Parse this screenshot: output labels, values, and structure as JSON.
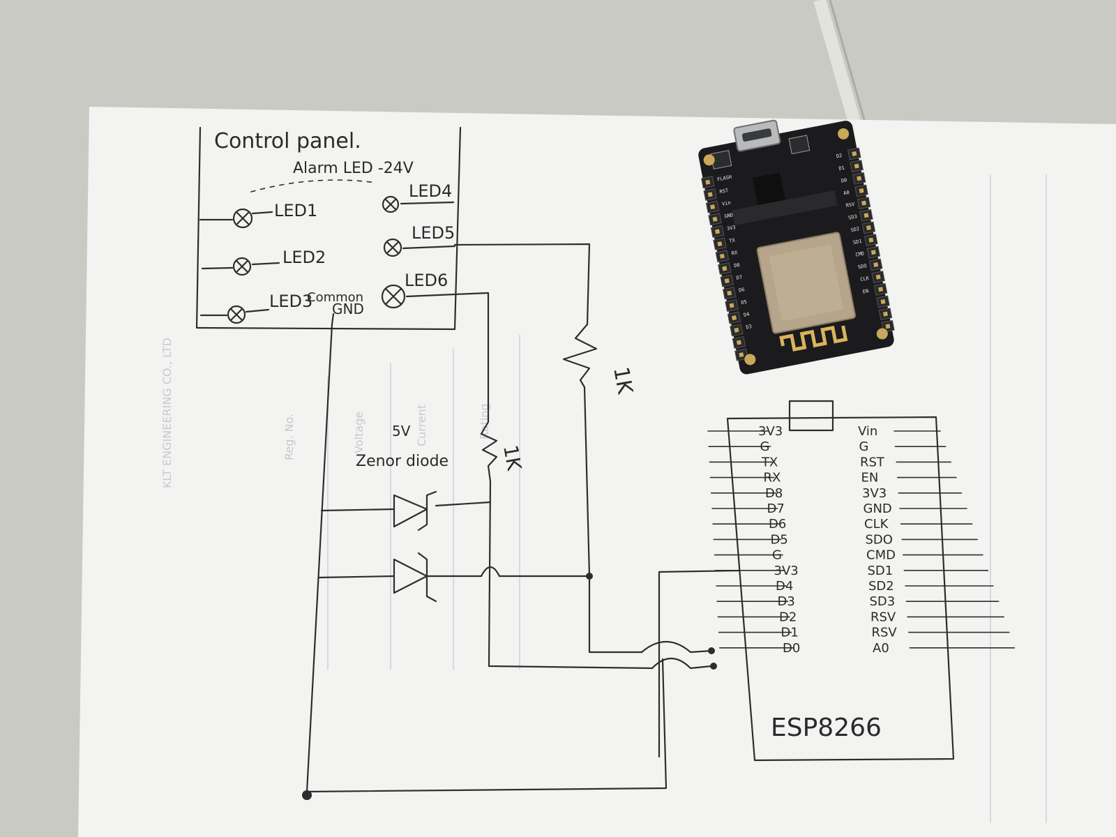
{
  "control_panel": {
    "title": "Control panel.",
    "alarm_label": "Alarm LED -24V",
    "leds": [
      "LED1",
      "LED2",
      "LED3",
      "LED4",
      "LED5",
      "LED6"
    ],
    "common_gnd": [
      "Common",
      "GND"
    ]
  },
  "components": {
    "resistor_1k": "1K",
    "resistor_2": "1K",
    "zener_value": "5V",
    "zener_name": "Zenor diode"
  },
  "esp8266": {
    "label": "ESP8266",
    "left_pins": [
      "3V3",
      "G",
      "TX",
      "RX",
      "D8",
      "D7",
      "D6",
      "D5",
      "G",
      "3V3",
      "D4",
      "D3",
      "D2",
      "D1",
      "D0"
    ],
    "right_pins": [
      "Vin",
      "G",
      "RST",
      "EN",
      "3V3",
      "GND",
      "CLK",
      "SDO",
      "CMD",
      "SD1",
      "SD2",
      "SD3",
      "RSV",
      "RSV",
      "A0"
    ]
  },
  "board_photo": {
    "silkscreen": [
      "FLASH",
      "RST",
      "Vin",
      "GND",
      "3V3",
      "TX",
      "RX",
      "D8",
      "D7",
      "D6",
      "D5",
      "D4",
      "D3",
      "D2",
      "D1",
      "D0",
      "A0",
      "RSV",
      "SD3",
      "SD2",
      "SD1",
      "CMD",
      "SDO",
      "CLK",
      "EN"
    ]
  },
  "colors": {
    "paper": "#f3f3f1",
    "ink": "#2d2d2d",
    "board": "#1d1d1f",
    "gold": "#d9b45a",
    "shield": "#b9a88a"
  }
}
